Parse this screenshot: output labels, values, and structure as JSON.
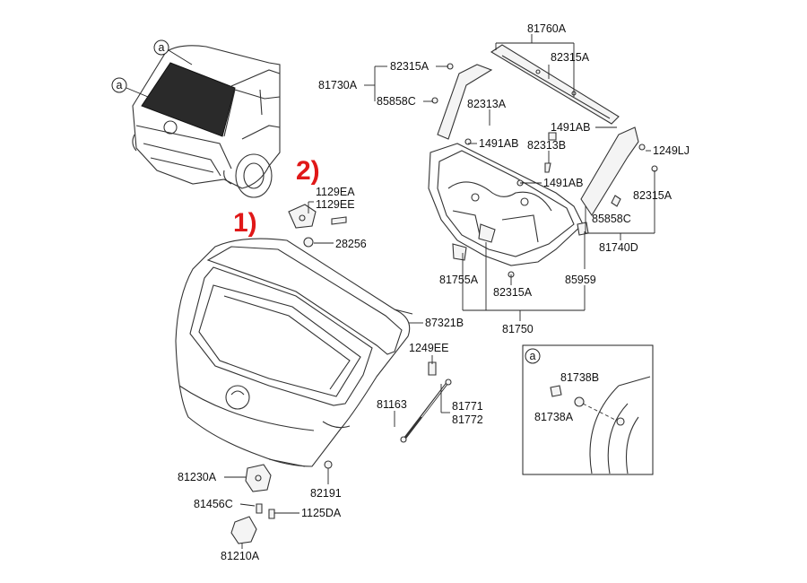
{
  "markers": {
    "one": "1)",
    "two": "2)"
  },
  "callout": "a",
  "parts": {
    "p81760A": "81760A",
    "p82315A_top": "82315A",
    "p82315A_right": "82315A",
    "p82315A_left": "82315A",
    "p82315A_bottom": "82315A",
    "p81730A": "81730A",
    "p85858C_left": "85858C",
    "p85858C_right": "85858C",
    "p82313A": "82313A",
    "p82313B": "82313B",
    "p1491AB_a": "1491AB",
    "p1491AB_b": "1491AB",
    "p1491AB_c": "1491AB",
    "p1249LJ": "1249LJ",
    "p81740D": "81740D",
    "p81755A": "81755A",
    "p85959": "85959",
    "p81750": "81750",
    "p1129EA": "1129EA",
    "p1129EE": "1129EE",
    "p28256": "28256",
    "p87321B": "87321B",
    "p1249EE": "1249EE",
    "p81163": "81163",
    "p81771": "81771",
    "p81772": "81772",
    "p81230A": "81230A",
    "p82191": "82191",
    "p81456C": "81456C",
    "p1125DA": "1125DA",
    "p81210A": "81210A",
    "p81738B": "81738B",
    "p81738A": "81738A"
  }
}
